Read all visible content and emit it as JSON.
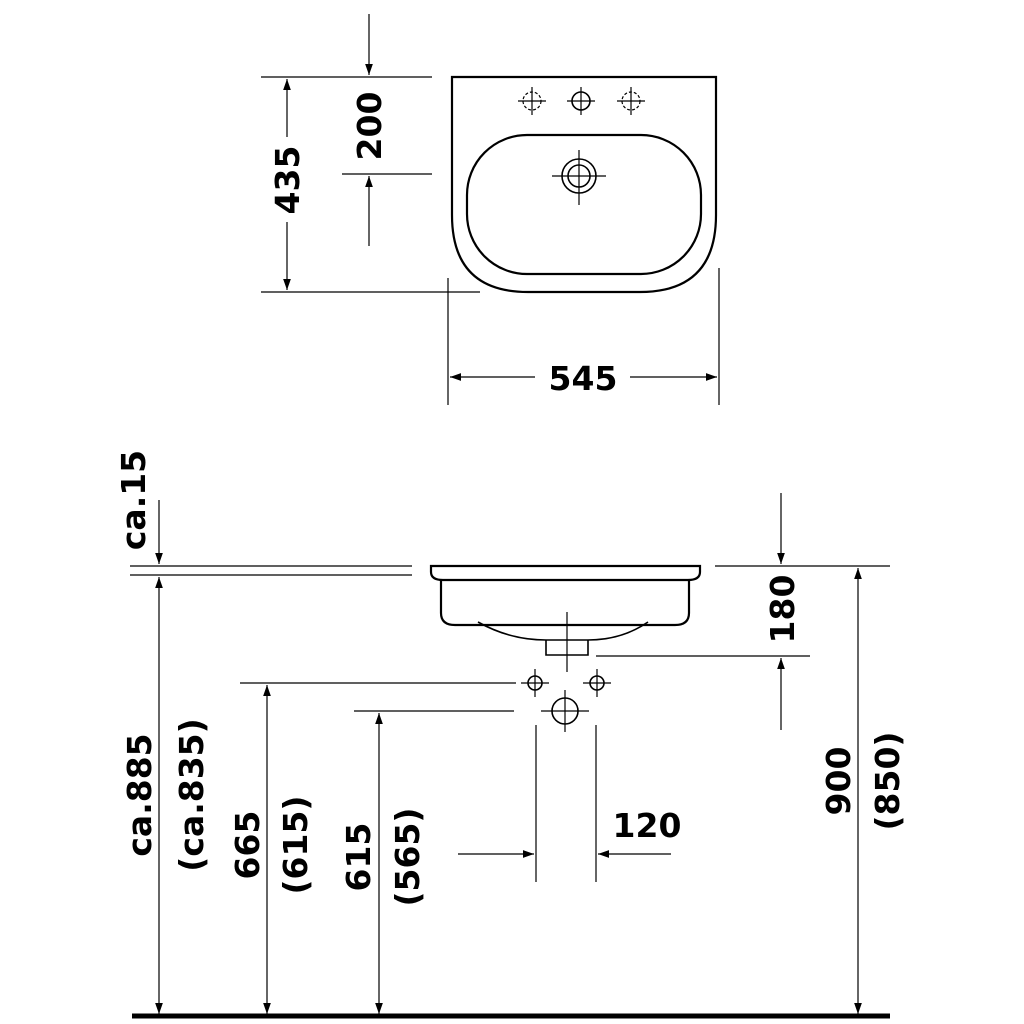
{
  "top_view": {
    "depth_label": "435",
    "tap_to_drain_label": "200",
    "width_label": "545"
  },
  "side_view": {
    "rim_label": "ca.15",
    "depth_label": "180",
    "floor_to_rim_label": "ca.885",
    "floor_to_rim_alt_label": "(ca.835)",
    "supply_height_label": "665",
    "supply_height_alt_label": "(615)",
    "waste_height_label": "615",
    "waste_height_alt_label": "(565)",
    "trap_width_label": "120",
    "total_height_label": "900",
    "total_height_alt_label": "(850)"
  }
}
